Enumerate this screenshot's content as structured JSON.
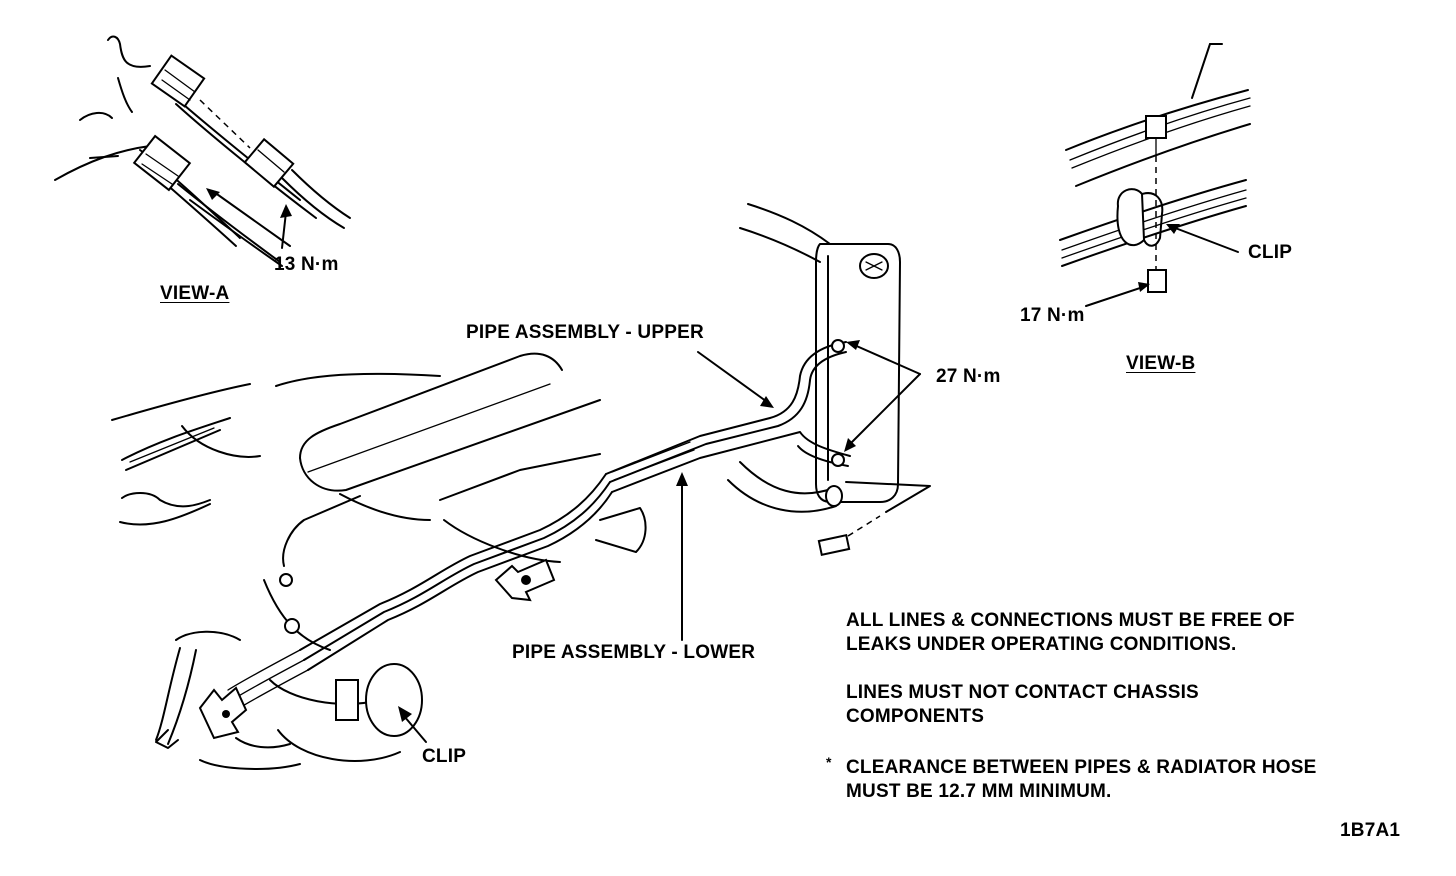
{
  "labels": {
    "torque_view_a": "13 N·m",
    "view_a": "VIEW-A",
    "pipe_upper": "PIPE ASSEMBLY - UPPER",
    "torque_27": "27 N·m",
    "clip_view_b": "CLIP",
    "torque_view_b": "17 N·m",
    "view_b": "VIEW-B",
    "pipe_lower": "PIPE ASSEMBLY - LOWER",
    "clip_lower": "CLIP",
    "figure_code": "1B7A1"
  },
  "notes": {
    "leaks_line1": "ALL LINES & CONNECTIONS MUST BE FREE OF",
    "leaks_line2": "LEAKS UNDER OPERATING CONDITIONS.",
    "contact_line1": "LINES MUST NOT CONTACT CHASSIS",
    "contact_line2": "COMPONENTS",
    "asterisk": "*",
    "clearance_line1": "CLEARANCE BETWEEN PIPES & RADIATOR HOSE",
    "clearance_line2": "MUST BE 12.7 MM MINIMUM."
  },
  "icons": {
    "flange_bolt": "bolt-icon",
    "view_a_arrow": "view-a-arrow-icon",
    "view_b_arrow": "view-b-arrow-icon"
  }
}
